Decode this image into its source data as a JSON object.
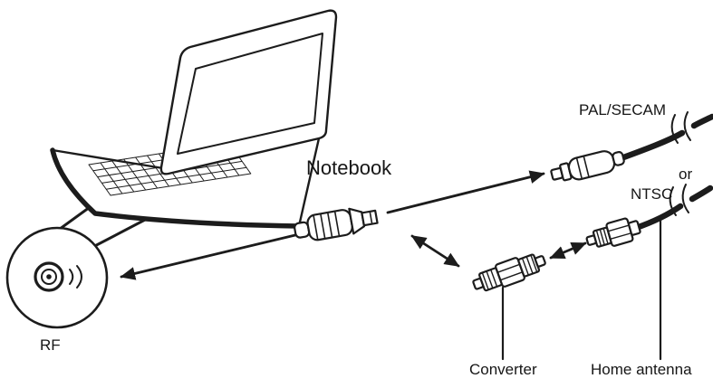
{
  "labels": {
    "notebook": "Notebook",
    "pal_secam": "PAL/SECAM",
    "or": "or",
    "ntsc": "NTSC",
    "rf": "RF",
    "converter": "Converter",
    "home_antenna": "Home antenna"
  },
  "colors": {
    "ink": "#1c1c1c",
    "background": "#ffffff"
  }
}
